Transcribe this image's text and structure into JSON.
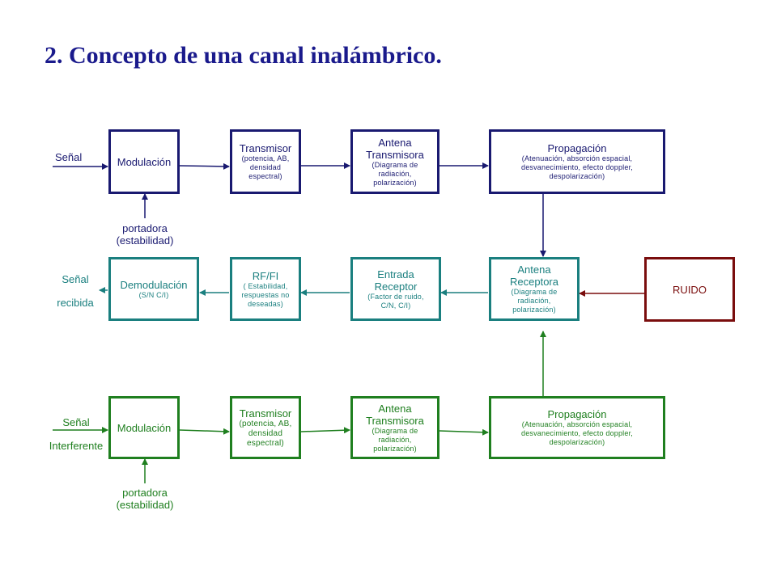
{
  "title": "2. Concepto de una canal inalámbrico.",
  "row1": {
    "input_label": "Señal",
    "modulation": "Modulación",
    "carrier_line1": "portadora",
    "carrier_line2": "(estabilidad)",
    "transmitter": {
      "title": "Transmisor",
      "detail": "(potencia, AB, densidad espectral)"
    },
    "antenna": {
      "title_line1": "Antena",
      "title_line2": "Transmisora",
      "detail": "(Diagrama de radiación, polarización)"
    },
    "propagation": {
      "title": "Propagación",
      "detail": "(Atenuación, absorción espacial, desvanecimiento, efecto doppler, despolarización)"
    }
  },
  "row2": {
    "output_label_line1": "Señal",
    "output_label_line2": "recibida",
    "demodulation": {
      "title": "Demodulación",
      "detail": "(S/N C/I)"
    },
    "rf_fi": {
      "title": "RF/FI",
      "detail": "( Estabilidad, respuestas no deseadas)"
    },
    "receiver_input": {
      "title_line1": "Entrada",
      "title_line2": "Receptor",
      "detail": "(Factor de ruido, C/N, C/I)"
    },
    "antenna": {
      "title_line1": "Antena",
      "title_line2": "Receptora",
      "detail": "(Diagrama de radiación, polarización)"
    },
    "noise": "RUIDO"
  },
  "row3": {
    "input_label_line1": "Señal",
    "input_label_line2": "Interferente",
    "modulation": "Modulación",
    "carrier_line1": "portadora",
    "carrier_line2": "(estabilidad)",
    "transmitter": {
      "title": "Transmisor",
      "detail": "(potencia, AB, densidad espectral)"
    },
    "antenna": {
      "title_line1": "Antena",
      "title_line2": "Transmisora",
      "detail": "(Diagrama de radiación, polarización)"
    },
    "propagation": {
      "title": "Propagación",
      "detail": "(Atenuación, absorción espacial, desvanecimiento, efecto doppler, despolarización)"
    }
  },
  "colors": {
    "title": "#1a1a8c",
    "row1": "#191970",
    "row2": "#1a7f7f",
    "row3": "#1f7f1f",
    "noise": "#7a0d0d"
  }
}
